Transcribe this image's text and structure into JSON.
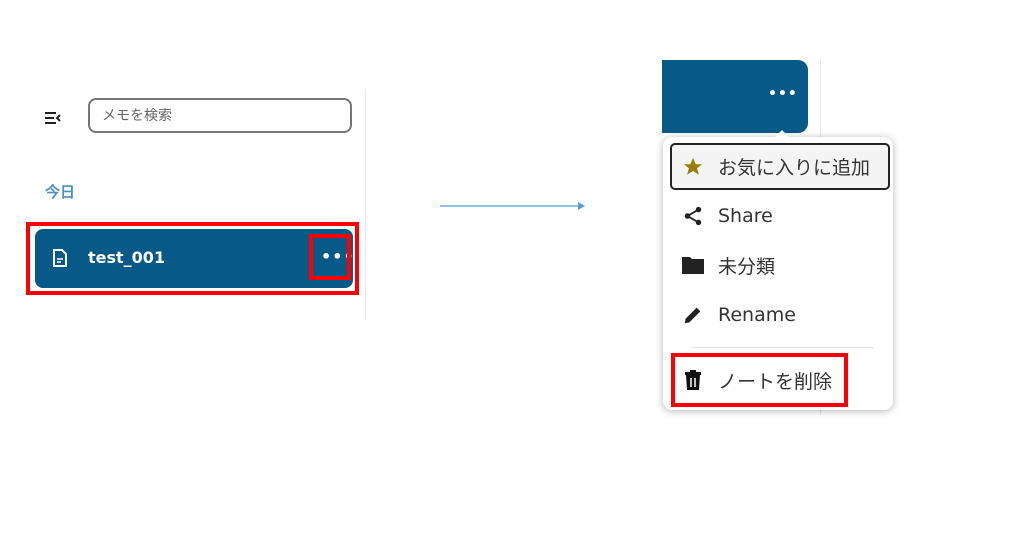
{
  "sidebar": {
    "search_placeholder": "メモを検索",
    "section_label": "今日",
    "note_title": "test_001"
  },
  "context_menu": {
    "items": [
      {
        "label": "お気に入りに追加",
        "icon": "star-icon"
      },
      {
        "label": "Share",
        "icon": "share-icon"
      },
      {
        "label": "未分類",
        "icon": "folder-icon"
      },
      {
        "label": "Rename",
        "icon": "pencil-icon"
      },
      {
        "label": "ノートを削除",
        "icon": "trash-icon"
      }
    ]
  },
  "colors": {
    "accent": "#075a88",
    "highlight": "#ff0000",
    "star": "#9a7d0a",
    "section": "#4a90c0"
  }
}
